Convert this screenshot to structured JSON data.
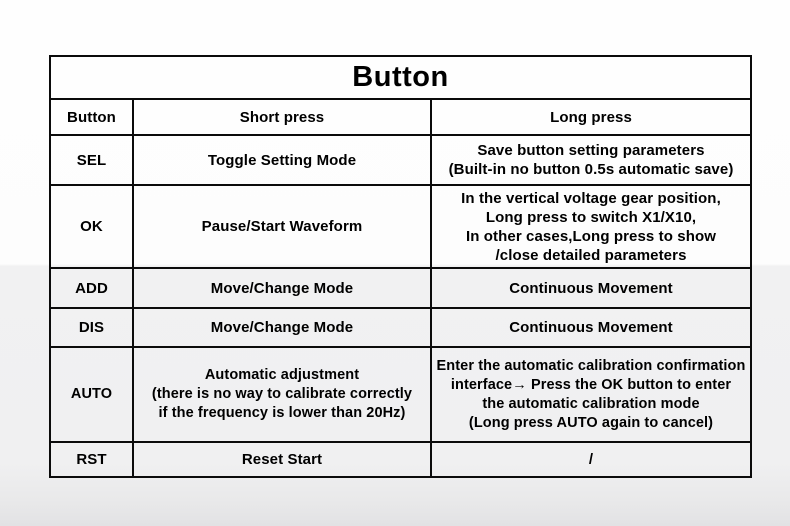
{
  "table": {
    "title": "Button",
    "headers": {
      "button": "Button",
      "short_press": "Short press",
      "long_press": "Long press"
    },
    "rows": [
      {
        "button": "SEL",
        "short": "Toggle Setting Mode",
        "long": "Save button setting parameters\n(Built-in no button 0.5s automatic save)"
      },
      {
        "button": "OK",
        "short": "Pause/Start Waveform",
        "long": "In the vertical voltage gear position,\nLong press to switch X1/X10,\nIn other cases,Long press to show\n/close detailed parameters"
      },
      {
        "button": "ADD",
        "short": "Move/Change Mode",
        "long": "Continuous Movement"
      },
      {
        "button": "DIS",
        "short": "Move/Change Mode",
        "long": "Continuous Movement"
      },
      {
        "button": "AUTO",
        "short": "Automatic adjustment\n(there is no way to calibrate correctly\nif the frequency is lower than 20Hz)",
        "long": "Enter the automatic calibration confirmation\ninterface→ Press the OK button to enter\nthe automatic calibration mode\n(Long press AUTO again to cancel)"
      },
      {
        "button": "RST",
        "short": "Reset Start",
        "long": "/"
      }
    ]
  },
  "colors": {
    "border": "#0b0b0b",
    "text": "#000000",
    "page_top": "#fefefe",
    "page_band": "#f1f1f2",
    "page_bottom": "#e2e2e4"
  }
}
